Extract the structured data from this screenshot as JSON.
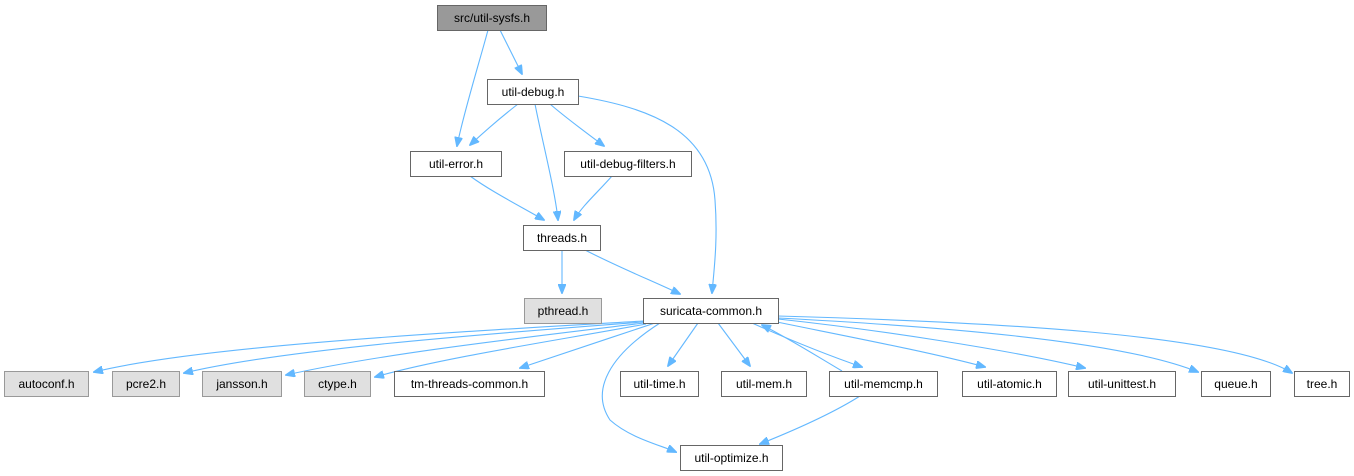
{
  "colors": {
    "edge": "#63b8ff",
    "root_fill": "#999999",
    "root_stroke": "#666666",
    "node_fill": "#ffffff",
    "node_stroke": "#666666",
    "external_fill": "#e0e0e0",
    "external_stroke": "#999999"
  },
  "nodes": [
    {
      "id": "util_sysfs",
      "label": "src/util-sysfs.h",
      "kind": "root"
    },
    {
      "id": "util_debug",
      "label": "util-debug.h",
      "kind": "internal"
    },
    {
      "id": "util_error",
      "label": "util-error.h",
      "kind": "internal"
    },
    {
      "id": "util_debug_filters",
      "label": "util-debug-filters.h",
      "kind": "internal"
    },
    {
      "id": "threads",
      "label": "threads.h",
      "kind": "internal"
    },
    {
      "id": "pthread",
      "label": "pthread.h",
      "kind": "external"
    },
    {
      "id": "suricata_common",
      "label": "suricata-common.h",
      "kind": "internal"
    },
    {
      "id": "autoconf",
      "label": "autoconf.h",
      "kind": "external"
    },
    {
      "id": "pcre2",
      "label": "pcre2.h",
      "kind": "external"
    },
    {
      "id": "jansson",
      "label": "jansson.h",
      "kind": "external"
    },
    {
      "id": "ctype",
      "label": "ctype.h",
      "kind": "external"
    },
    {
      "id": "tm_threads_common",
      "label": "tm-threads-common.h",
      "kind": "internal"
    },
    {
      "id": "util_time",
      "label": "util-time.h",
      "kind": "internal"
    },
    {
      "id": "util_mem",
      "label": "util-mem.h",
      "kind": "internal"
    },
    {
      "id": "util_memcmp",
      "label": "util-memcmp.h",
      "kind": "internal"
    },
    {
      "id": "util_atomic",
      "label": "util-atomic.h",
      "kind": "internal"
    },
    {
      "id": "util_unittest",
      "label": "util-unittest.h",
      "kind": "internal"
    },
    {
      "id": "queue",
      "label": "queue.h",
      "kind": "internal"
    },
    {
      "id": "tree",
      "label": "tree.h",
      "kind": "internal"
    },
    {
      "id": "util_optimize",
      "label": "util-optimize.h",
      "kind": "internal"
    }
  ],
  "edges": [
    {
      "from": "util_sysfs",
      "to": "util_debug"
    },
    {
      "from": "util_sysfs",
      "to": "util_error"
    },
    {
      "from": "util_debug",
      "to": "util_error"
    },
    {
      "from": "util_debug",
      "to": "threads"
    },
    {
      "from": "util_debug",
      "to": "util_debug_filters"
    },
    {
      "from": "util_debug",
      "to": "suricata_common"
    },
    {
      "from": "util_error",
      "to": "threads"
    },
    {
      "from": "util_debug_filters",
      "to": "threads"
    },
    {
      "from": "threads",
      "to": "pthread"
    },
    {
      "from": "threads",
      "to": "suricata_common"
    },
    {
      "from": "suricata_common",
      "to": "autoconf"
    },
    {
      "from": "suricata_common",
      "to": "pcre2"
    },
    {
      "from": "suricata_common",
      "to": "jansson"
    },
    {
      "from": "suricata_common",
      "to": "ctype"
    },
    {
      "from": "suricata_common",
      "to": "tm_threads_common"
    },
    {
      "from": "suricata_common",
      "to": "util_optimize"
    },
    {
      "from": "suricata_common",
      "to": "util_time"
    },
    {
      "from": "suricata_common",
      "to": "util_mem"
    },
    {
      "from": "suricata_common",
      "to": "util_memcmp"
    },
    {
      "from": "util_memcmp",
      "to": "suricata_common"
    },
    {
      "from": "util_memcmp",
      "to": "util_optimize"
    },
    {
      "from": "suricata_common",
      "to": "util_atomic"
    },
    {
      "from": "suricata_common",
      "to": "util_unittest"
    },
    {
      "from": "suricata_common",
      "to": "queue"
    },
    {
      "from": "suricata_common",
      "to": "tree"
    }
  ]
}
